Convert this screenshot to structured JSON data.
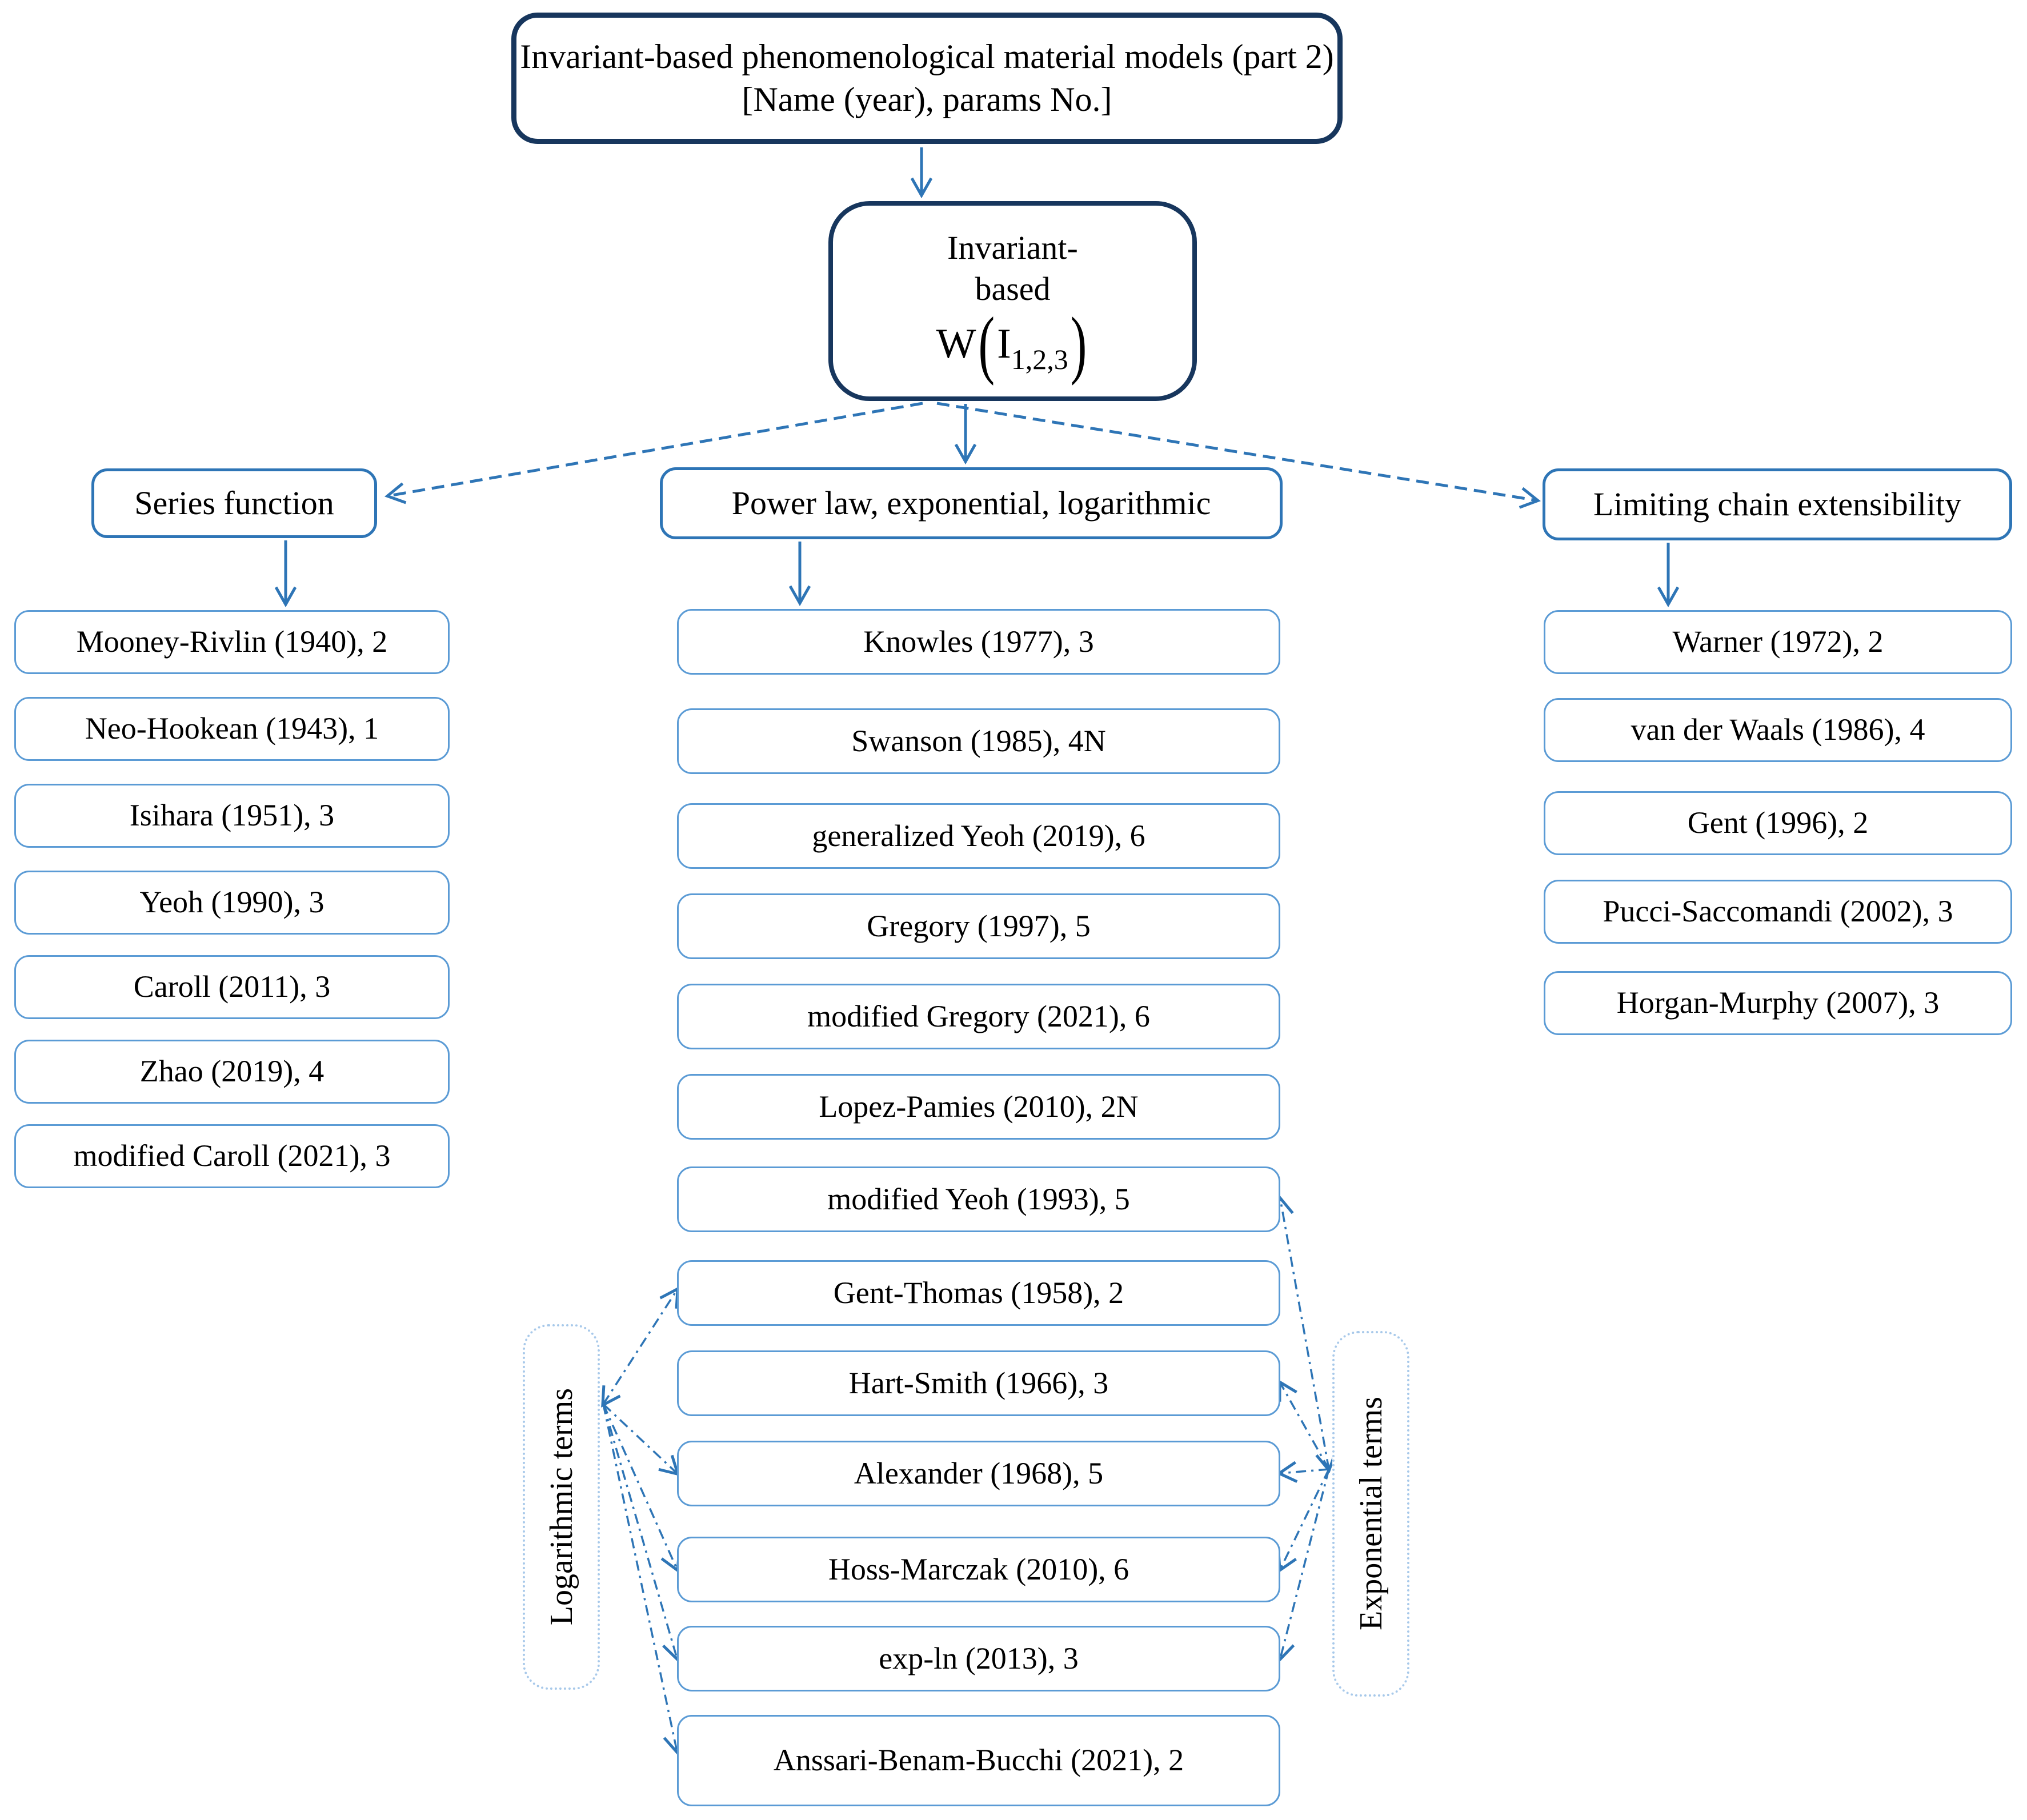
{
  "diagram_title": {
    "line1": "Invariant-based phenomenological material models (part 2)",
    "line2": "[Name (year), params No.]"
  },
  "root": {
    "line1": "Invariant-",
    "line2": "based",
    "formula_w": "W",
    "formula_open": "(",
    "formula_base": "I",
    "formula_sub": "1,2,3",
    "formula_close": ")"
  },
  "branches": [
    {
      "label": "Series function",
      "items": [
        "Mooney-Rivlin (1940), 2",
        "Neo-Hookean (1943), 1",
        "Isihara (1951), 3",
        "Yeoh (1990), 3",
        "Caroll (2011), 3",
        "Zhao (2019), 4",
        "modified Caroll (2021), 3"
      ]
    },
    {
      "label": "Power law, exponential, logarithmic",
      "items": [
        "Knowles (1977), 3",
        "Swanson (1985), 4N",
        "generalized Yeoh (2019), 6",
        "Gregory (1997), 5",
        "modified Gregory (2021), 6",
        "Lopez-Pamies (2010), 2N",
        "modified Yeoh (1993), 5",
        "Gent-Thomas (1958), 2",
        "Hart-Smith (1966), 3",
        "Alexander (1968), 5",
        "Hoss-Marczak (2010), 6",
        "exp-ln (2013), 3",
        "Anssari-Benam-Bucchi  (2021), 2"
      ]
    },
    {
      "label": "Limiting chain extensibility",
      "items": [
        "Warner (1972), 2",
        "van der Waals (1986), 4",
        "Gent (1996), 2",
        "Pucci-Saccomandi (2002), 3",
        "Horgan-Murphy (2007), 3"
      ]
    }
  ],
  "side_labels": {
    "left": "Logarithmic terms",
    "right": "Exponential terms"
  },
  "colors": {
    "accent_dark": "#17365d",
    "accent": "#2e75b6",
    "box_border": "#5b9bd5",
    "dotted_border": "#a8c9ea"
  }
}
